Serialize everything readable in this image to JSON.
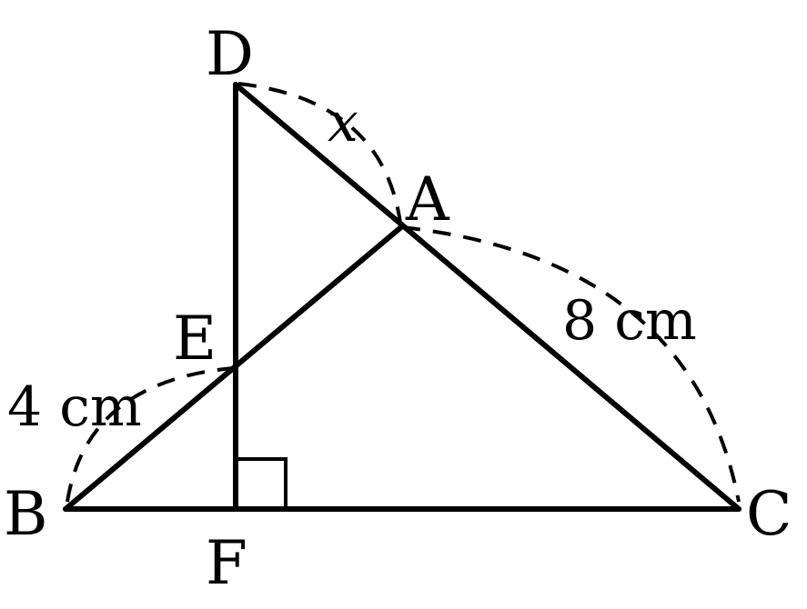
{
  "points": {
    "A": "A",
    "B": "B",
    "C": "C",
    "D": "D",
    "E": "E",
    "F": "F"
  },
  "measures": {
    "BE": "4 cm",
    "AC": "8 cm",
    "DA": "x"
  }
}
